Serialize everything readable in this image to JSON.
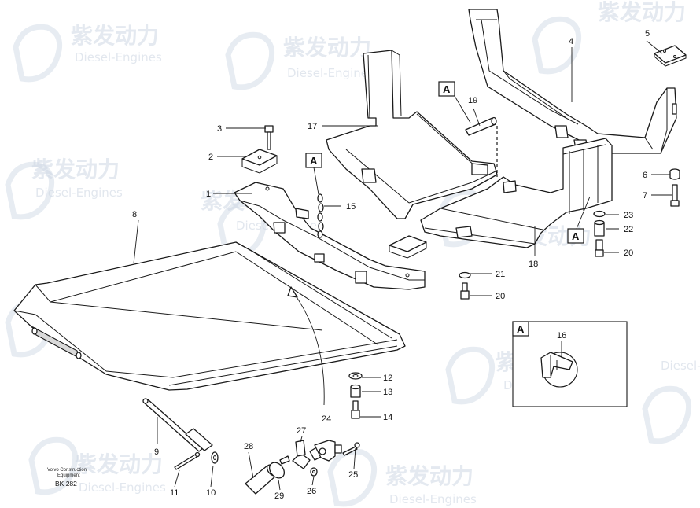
{
  "watermark": {
    "brand": "紫发动力",
    "subtitle": "Diesel-Engines"
  },
  "credits": {
    "line1": "Volvo Construction",
    "line2": "Equipment",
    "code": "BK 282"
  },
  "detail_marker": "A",
  "part_numbers": {
    "p1": "1",
    "p2": "2",
    "p3": "3",
    "p4": "4",
    "p5": "5",
    "p6": "6",
    "p7": "7",
    "p8": "8",
    "p9": "9",
    "p10": "10",
    "p11": "11",
    "p12": "12",
    "p13": "13",
    "p14": "14",
    "p15": "15",
    "p16": "16",
    "p17": "17",
    "p18": "18",
    "p19": "19",
    "p20a": "20",
    "p20b": "20",
    "p21": "21",
    "p22": "22",
    "p23": "23",
    "p24": "24",
    "p25": "25",
    "p26": "26",
    "p27": "27",
    "p28": "28",
    "p29": "29"
  }
}
